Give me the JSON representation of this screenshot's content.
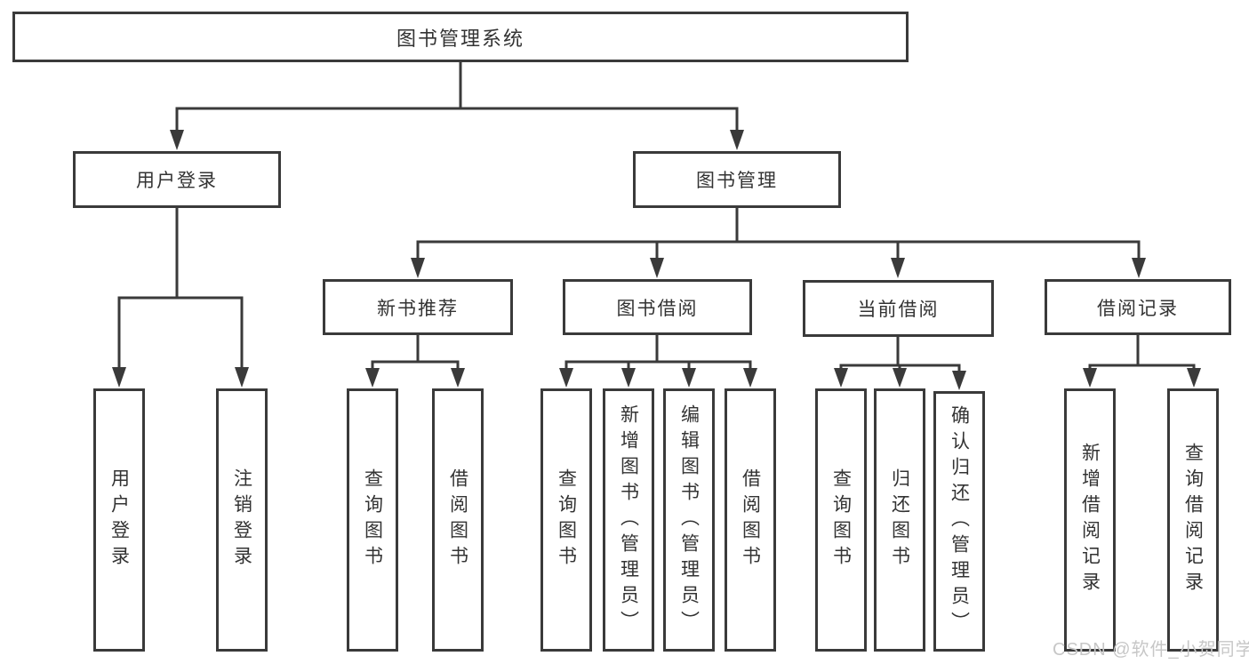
{
  "title": "图书管理系统",
  "level2": [
    {
      "label": "用户登录"
    },
    {
      "label": "图书管理"
    }
  ],
  "level3": [
    {
      "label": "新书推荐"
    },
    {
      "label": "图书借阅"
    },
    {
      "label": "当前借阅"
    },
    {
      "label": "借阅记录"
    }
  ],
  "level4": {
    "user_login": [
      "用户登录",
      "注销登录"
    ],
    "new_books": [
      "查询图书",
      "借阅图书"
    ],
    "book_borrow": [
      "查询图书",
      "新增图书（管理员）",
      "编辑图书（管理员）",
      "借阅图书"
    ],
    "current_borrow": [
      "查询图书",
      "归还图书",
      "确认归还（管理员）"
    ],
    "borrow_records": [
      "新增借阅记录",
      "查询借阅记录"
    ]
  },
  "watermark": "CSDN @软件_小贺同学",
  "colors": {
    "line": "#3a3a3a",
    "border": "#3a3a3a",
    "text": "#333333",
    "watermark": "#c7c7c7",
    "background": "#ffffff"
  }
}
